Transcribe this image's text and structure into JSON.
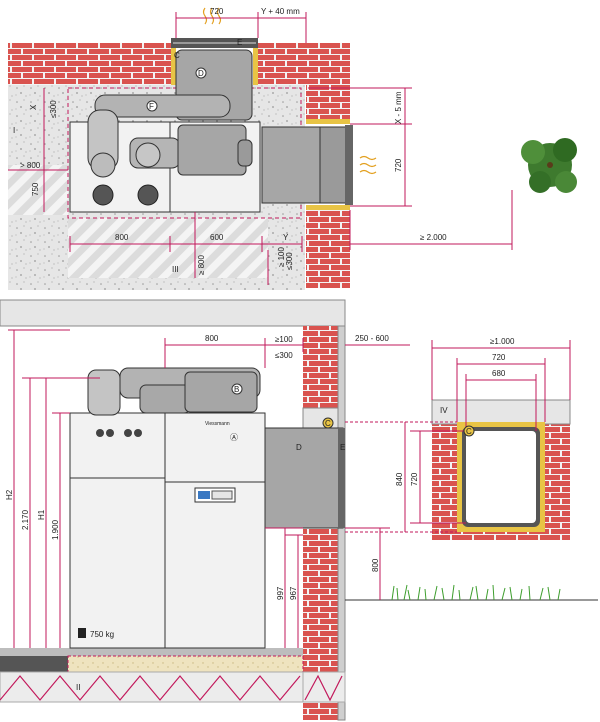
{
  "top_view": {
    "dims": {
      "w720": "720",
      "y40": "Y + 40 mm",
      "x": "X",
      "le300_left": "≤300",
      "gt800": "> 800",
      "h750": "750",
      "x5": "X - 5 mm",
      "h720_right": "720",
      "ge2000": "≥ 2.000",
      "w800": "800",
      "w600": "600",
      "y": "Y",
      "ge800": "≥ 800",
      "ge100": "≥ 100",
      "le300": "≤300"
    },
    "labels": {
      "roman_i": "I",
      "roman_iii": "III",
      "letter_d": "D",
      "letter_e": "E",
      "letter_f": "F",
      "letter_c": "C"
    }
  },
  "side_view": {
    "dims": {
      "w800": "800",
      "ge100": "≥100",
      "le300": "≤300",
      "r250_600": "250 - 600",
      "h2": "H2",
      "h2170": "2.170",
      "h1": "H1",
      "h1900": "1.900",
      "h997": "997",
      "h967": "967",
      "h800": "800"
    },
    "labels": {
      "letter_b": "B",
      "letter_a": "Ⓐ",
      "letter_c": "C",
      "letter_d": "D",
      "letter_e": "E",
      "weight": "750 kg",
      "roman_ii": "II",
      "brand": "Viessmann"
    }
  },
  "opening_view": {
    "dims": {
      "ge1000": "≥1.000",
      "w720": "720",
      "w680": "680",
      "h840": "840",
      "h720": "720"
    },
    "labels": {
      "roman_iv": "IV",
      "letter_c": "C"
    }
  },
  "colors": {
    "dimension": "#c2185b",
    "brick": "#d9534f",
    "mortar": "#f3f3f3",
    "duct": "#a6a6a6",
    "boiler": "#f2f2f2",
    "frame": "#e8c445"
  }
}
